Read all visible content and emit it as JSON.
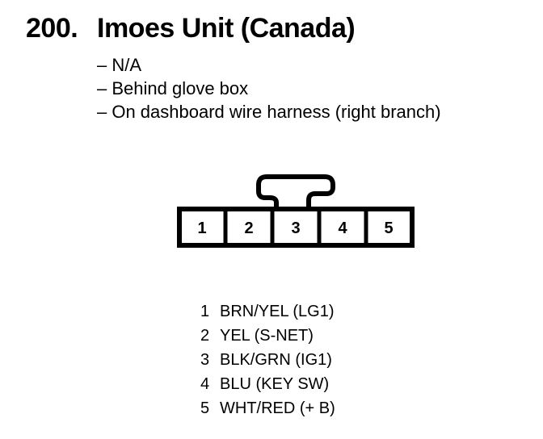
{
  "title": {
    "number": "200.",
    "text": "Imoes Unit (Canada)"
  },
  "details": [
    "– N/A",
    "– Behind glove box",
    "– On dashboard wire harness (right branch)"
  ],
  "connector": {
    "pins": [
      "1",
      "2",
      "3",
      "4",
      "5"
    ]
  },
  "wires": [
    {
      "pin": "1",
      "desc": "BRN/YEL (LG1)"
    },
    {
      "pin": "2",
      "desc": "YEL (S-NET)"
    },
    {
      "pin": "3",
      "desc": "BLK/GRN (IG1)"
    },
    {
      "pin": "4",
      "desc": "BLU (KEY SW)"
    },
    {
      "pin": "5",
      "desc": "WHT/RED (+ B)"
    }
  ]
}
